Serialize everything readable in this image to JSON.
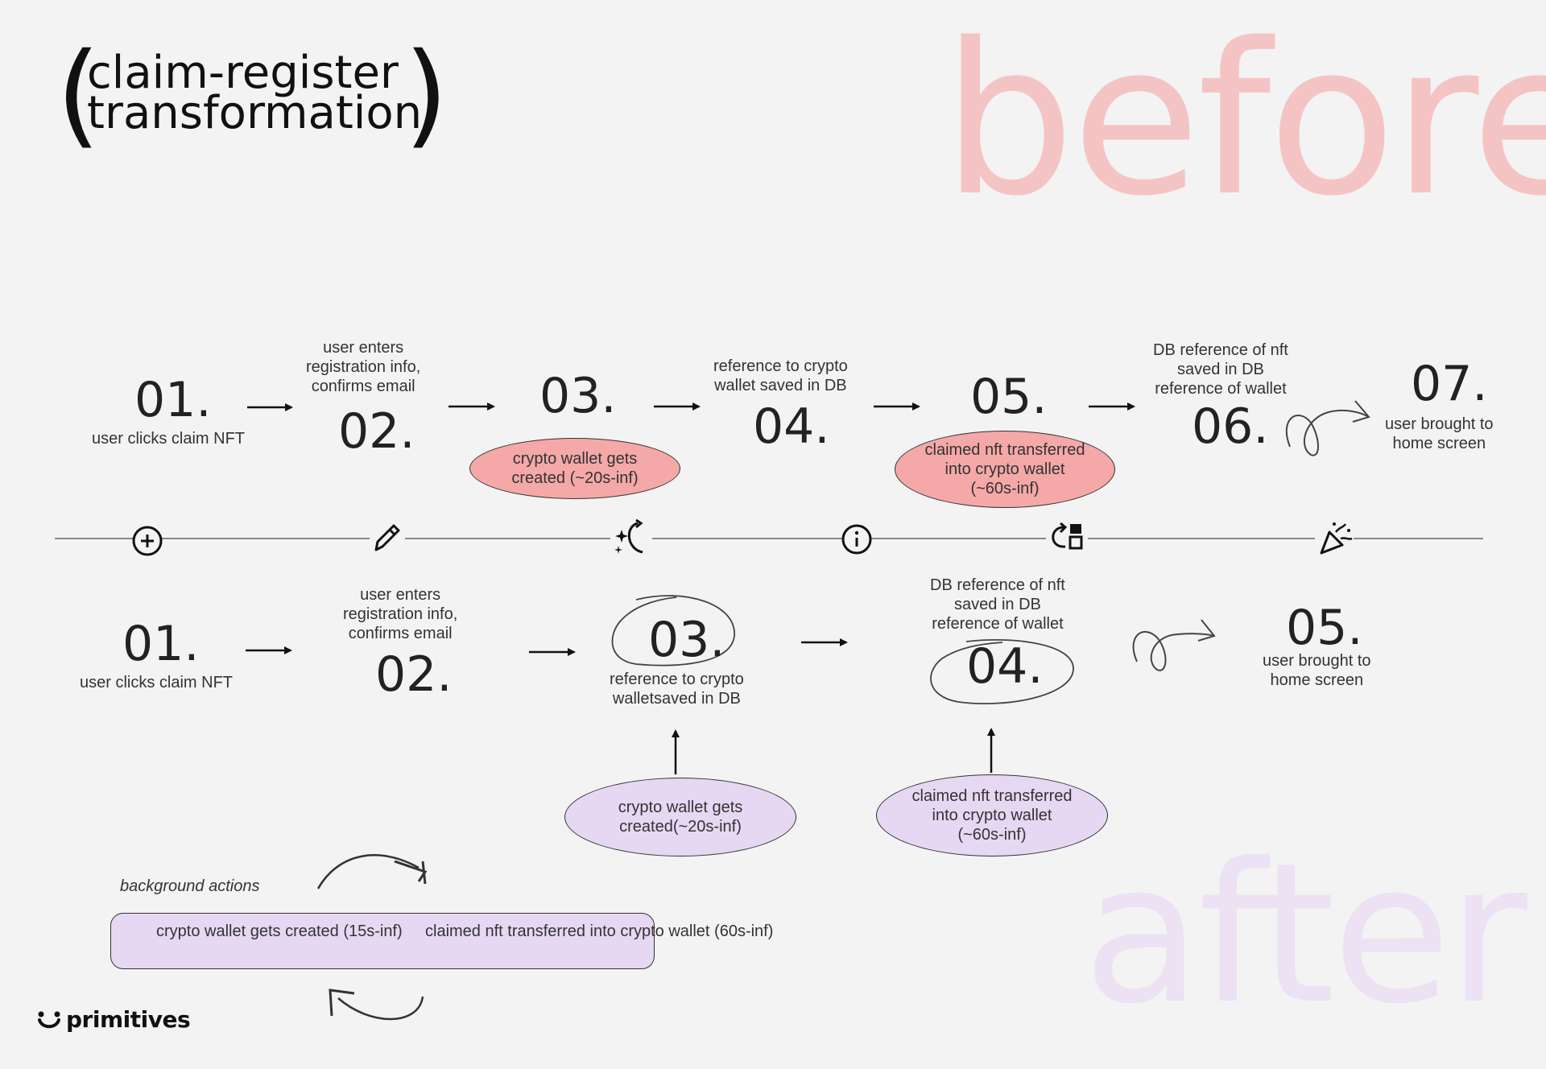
{
  "header": {
    "title_line1": "claim-register",
    "title_line2": "transformation",
    "paren_open": "(",
    "paren_close": ")",
    "before_word": "before",
    "after_word": "after"
  },
  "before_flow": {
    "steps": [
      {
        "number": "01.",
        "label": "user clicks claim NFT"
      },
      {
        "number": "02.",
        "label": "user enters\nregistration info,\nconfirms email"
      },
      {
        "number": "03.",
        "label": "crypto wallet gets\ncreated (~20s-inf)"
      },
      {
        "number": "04.",
        "label": "reference to crypto\nwallet saved in DB"
      },
      {
        "number": "05.",
        "label": "claimed nft transferred\ninto crypto wallet\n(~60s-inf)"
      },
      {
        "number": "06.",
        "label": "DB reference of nft\nsaved in DB\nreference of wallet"
      },
      {
        "number": "07.",
        "label": "user brought to\nhome screen"
      }
    ]
  },
  "timeline": {
    "icons": [
      "plus-circle-icon",
      "pencil-icon",
      "sparkle-refresh-icon",
      "info-icon",
      "refresh-blocks-icon",
      "party-popper-icon"
    ]
  },
  "after_flow": {
    "steps": [
      {
        "number": "01.",
        "label": "user clicks claim NFT"
      },
      {
        "number": "02.",
        "label": "user enters\nregistration info,\nconfirms email"
      },
      {
        "number": "03.",
        "label": "reference to crypto\nwalletsaved in DB"
      },
      {
        "number": "04.",
        "label": "DB reference of nft\nsaved in DB\nreference of wallet"
      },
      {
        "number": "05.",
        "label": "user brought to\nhome screen"
      }
    ],
    "async_tasks": [
      {
        "label": "crypto wallet gets\ncreated(~20s-inf)"
      },
      {
        "label": "claimed nft transferred\ninto crypto wallet\n(~60s-inf)"
      }
    ]
  },
  "background": {
    "label": "background actions",
    "items": [
      "crypto wallet gets\ncreated (15s-inf)",
      "claimed nft transferred into\ncrypto wallet (60s-inf)"
    ]
  },
  "brand": {
    "name": "primitives"
  },
  "colors": {
    "before_accent": "#f5a8a8",
    "before_word": "#f4c4c4",
    "after_accent": "#e6d8f3",
    "after_word": "#ece2f3"
  }
}
